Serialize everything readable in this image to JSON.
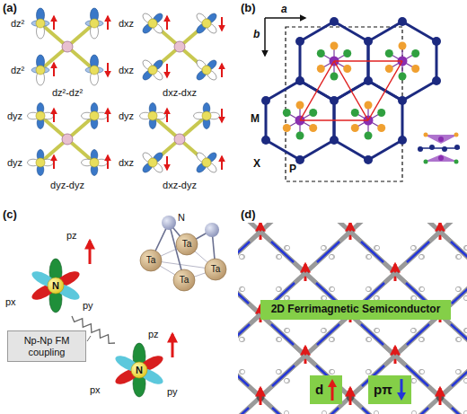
{
  "diagram": {
    "nodes": [
      {
        "text": [
          "Np-Np FM coupling"
        ]
      },
      {
        "text": [
          "2D Ferrimagnetic Semiconductor"
        ]
      },
      {
        "text": [
          "d"
        ]
      },
      {
        "text": [
          "pπ"
        ]
      }
    ],
    "labels": [
      "(a)",
      "dz²",
      "dz²",
      "dz²-dz²",
      "dxz",
      "dxz",
      "dxz-dxz",
      "dyz",
      "dyz",
      "dyz-dyz",
      "dyz",
      "dxz",
      "dxz-dyz",
      "(b)",
      "a",
      "b",
      "M",
      "X",
      "P",
      "(c)",
      "pz",
      "px",
      "py",
      "N",
      "N",
      "Ta",
      "Ta",
      "Ta",
      "Ta",
      "pz",
      "px",
      "py",
      "N",
      "(d)"
    ]
  }
}
